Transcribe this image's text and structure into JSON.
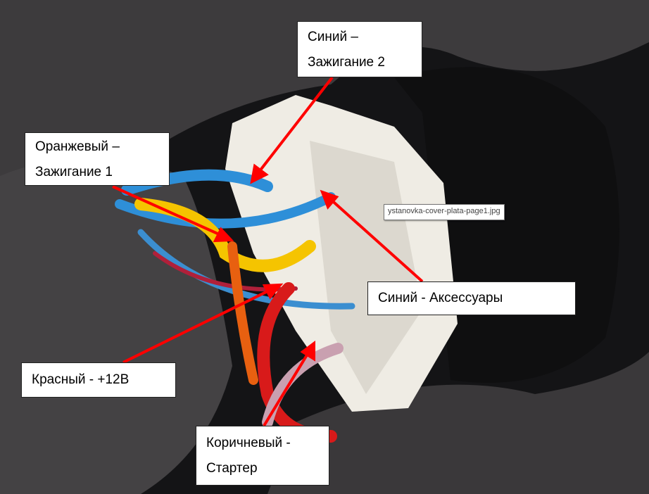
{
  "labels": {
    "blue_ignition2": {
      "line1": "Синий –",
      "line2": "Зажигание 2"
    },
    "orange_ignition1": {
      "line1": "Оранжевый –",
      "line2": "Зажигание 1"
    },
    "blue_accessories": {
      "text": "Синий - Аксессуары"
    },
    "red_12v": {
      "text": "Красный - +12В"
    },
    "brown_starter": {
      "line1": "Коричневый -",
      "line2": "Стартер"
    }
  },
  "tooltip": {
    "text": "ystanovka-cover-plata-page1.jpg"
  },
  "colors": {
    "arrow": "#ff0000",
    "wire_blue": "#2e8fd8",
    "wire_yellow": "#f5c400",
    "wire_red": "#d81a1a",
    "wire_pink": "#c9a0b0",
    "connector": "#f2f0ea"
  }
}
